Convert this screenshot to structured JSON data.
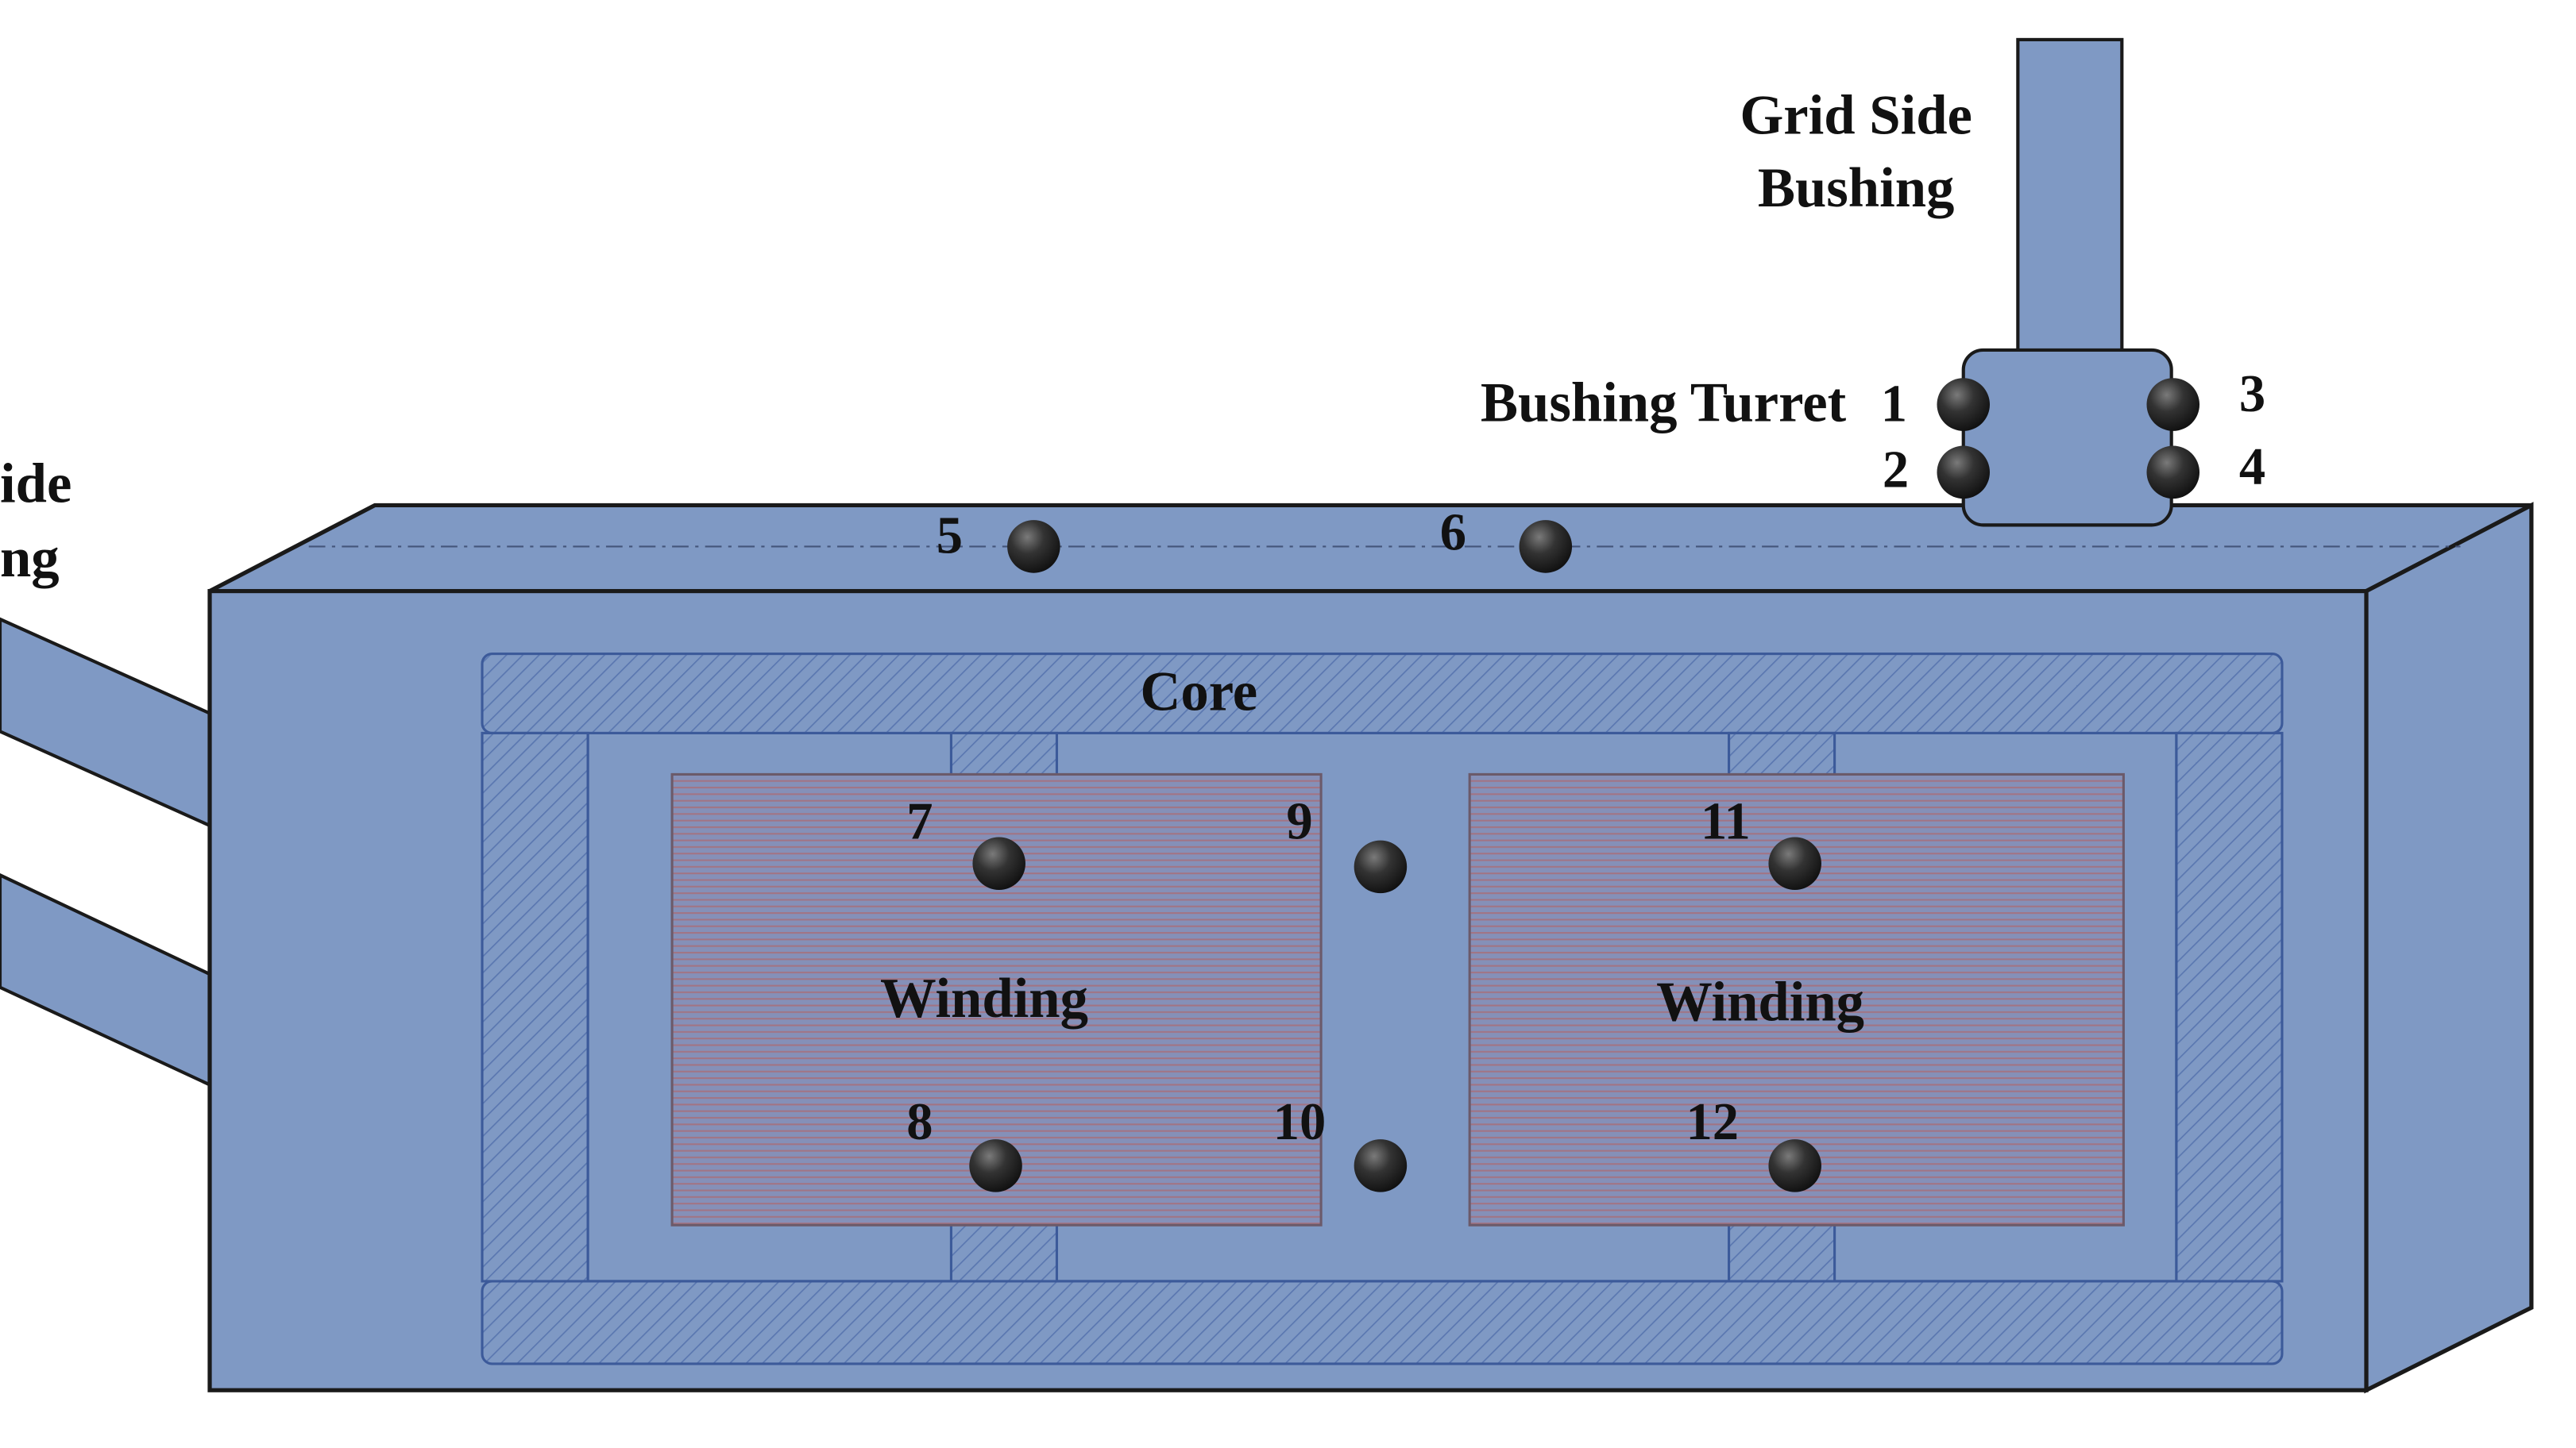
{
  "labels": {
    "grid_side_bushing_line1": "Grid Side",
    "grid_side_bushing_line2": "Bushing",
    "left_bushing_line1_partial": "ide",
    "left_bushing_line2_partial": "ng",
    "bushing_turret": "Bushing Turret",
    "core": "Core",
    "winding_left": "Winding",
    "winding_right": "Winding"
  },
  "sensors": [
    "1",
    "2",
    "3",
    "4",
    "5",
    "6",
    "7",
    "8",
    "9",
    "10",
    "11",
    "12"
  ],
  "colors": {
    "tank_fill": "#7f99c4",
    "tank_stroke": "#1a1a1a",
    "core_fill": "#7f99c4",
    "core_stroke": "#3c5a9a",
    "winding_fill": "#8c93b8",
    "winding_line": "#a0707e",
    "sensor_fill": "#2a2a2a"
  }
}
